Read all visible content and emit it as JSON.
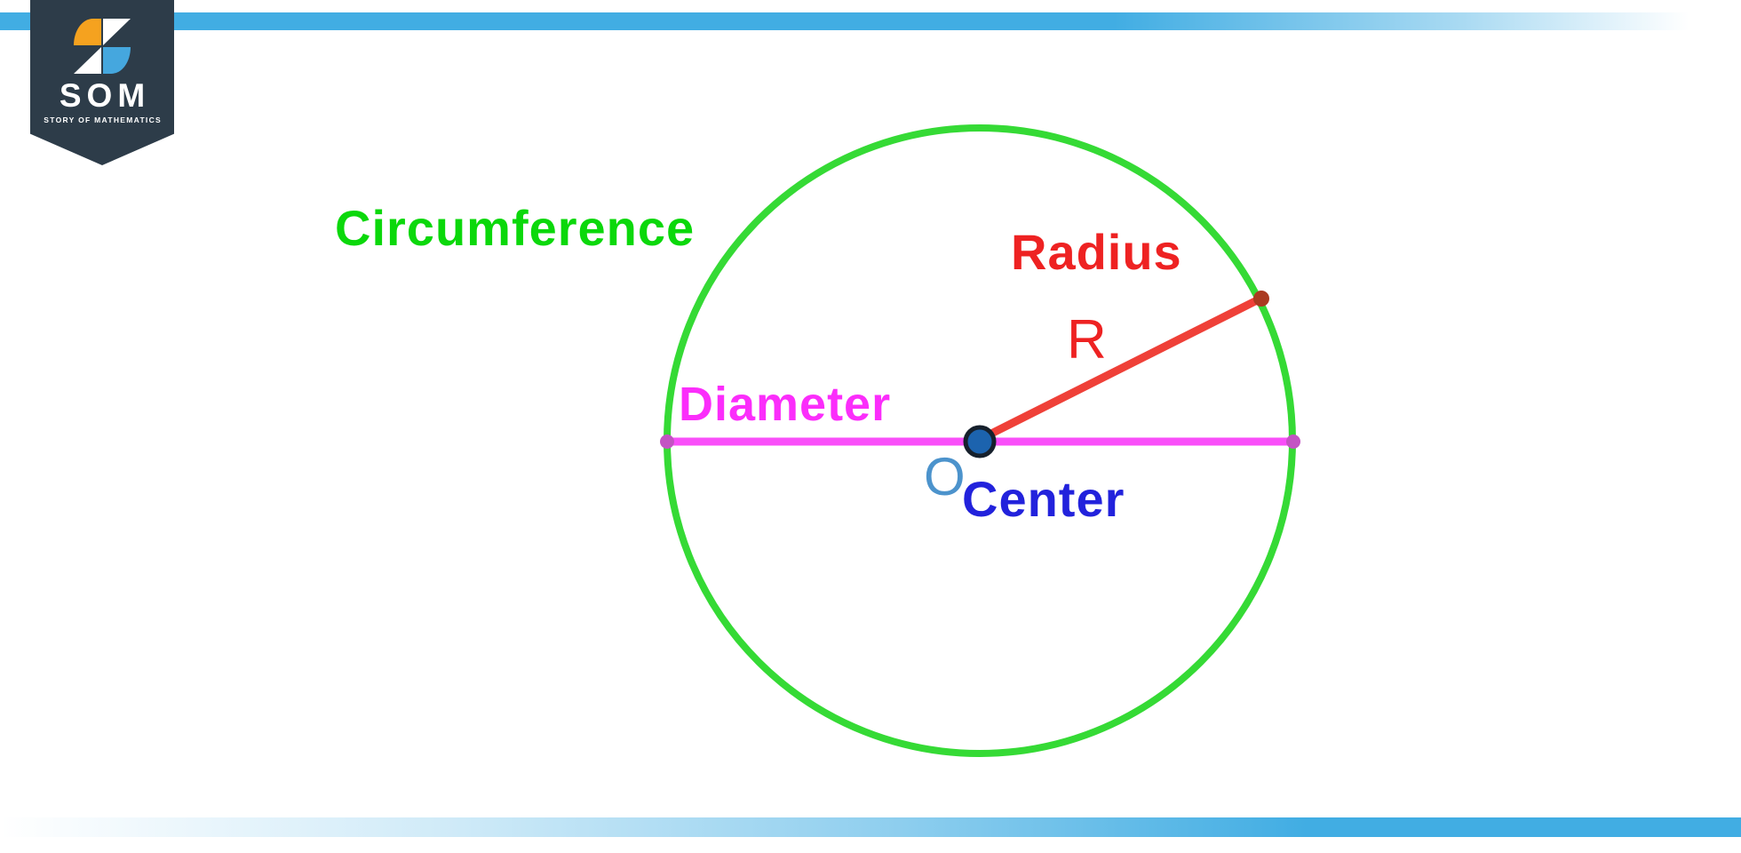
{
  "logo": {
    "acronym": "SOM",
    "tagline": "STORY OF MATHEMATICS"
  },
  "diagram": {
    "labels": {
      "circumference": "Circumference",
      "radius": "Radius",
      "radius_symbol": "R",
      "diameter": "Diameter",
      "origin_symbol": "O",
      "center": "Center"
    }
  },
  "colors": {
    "bar-blue": "#41ade3",
    "badge-navy": "#2d3c49",
    "logo-orange": "#f5a21f",
    "logo-blue": "#45a7de",
    "circle-green": "#35da35",
    "circumference-green": "#0bd80b",
    "radius-red": "#ee2222",
    "radius-line": "#ef4038",
    "endpoint-red": "#aa3a20",
    "diameter-magenta": "#fb2dfb",
    "diameter-line": "#f94ff9",
    "endpoint-magenta": "#c353c3",
    "center-blue": "#2222dc",
    "origin-light-blue": "#4c93cc",
    "dot-fill": "#1c63ae",
    "dot-border": "#16202c"
  }
}
